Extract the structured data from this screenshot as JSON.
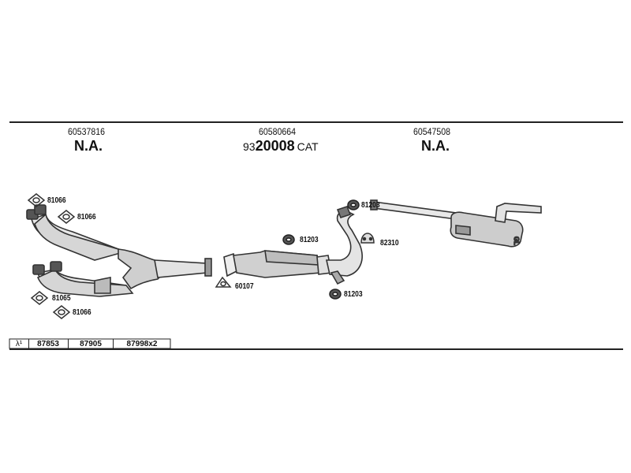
{
  "sections": [
    {
      "part_number": "60537816",
      "label": "N.A."
    },
    {
      "part_number": "60580664",
      "label_prefix": "93",
      "label_main": "20008",
      "label_suffix": "CAT"
    },
    {
      "part_number": "60547508",
      "label": "N.A."
    }
  ],
  "fittings": {
    "gasket_1": "81066",
    "gasket_2": "81066",
    "gasket_3": "81065",
    "gasket_4": "81066",
    "gasket_5": "60107",
    "clamp_1": "81203",
    "clamp_2": "81203",
    "clamp_3": "81203",
    "rubber_mount": "82310"
  },
  "lambda_row": {
    "symbol": "λ¹",
    "cells": [
      "87853",
      "87905",
      "87998x2"
    ]
  },
  "colors": {
    "line": "#222222",
    "part_fill": "#dcdcdc",
    "part_stroke": "#333333"
  }
}
